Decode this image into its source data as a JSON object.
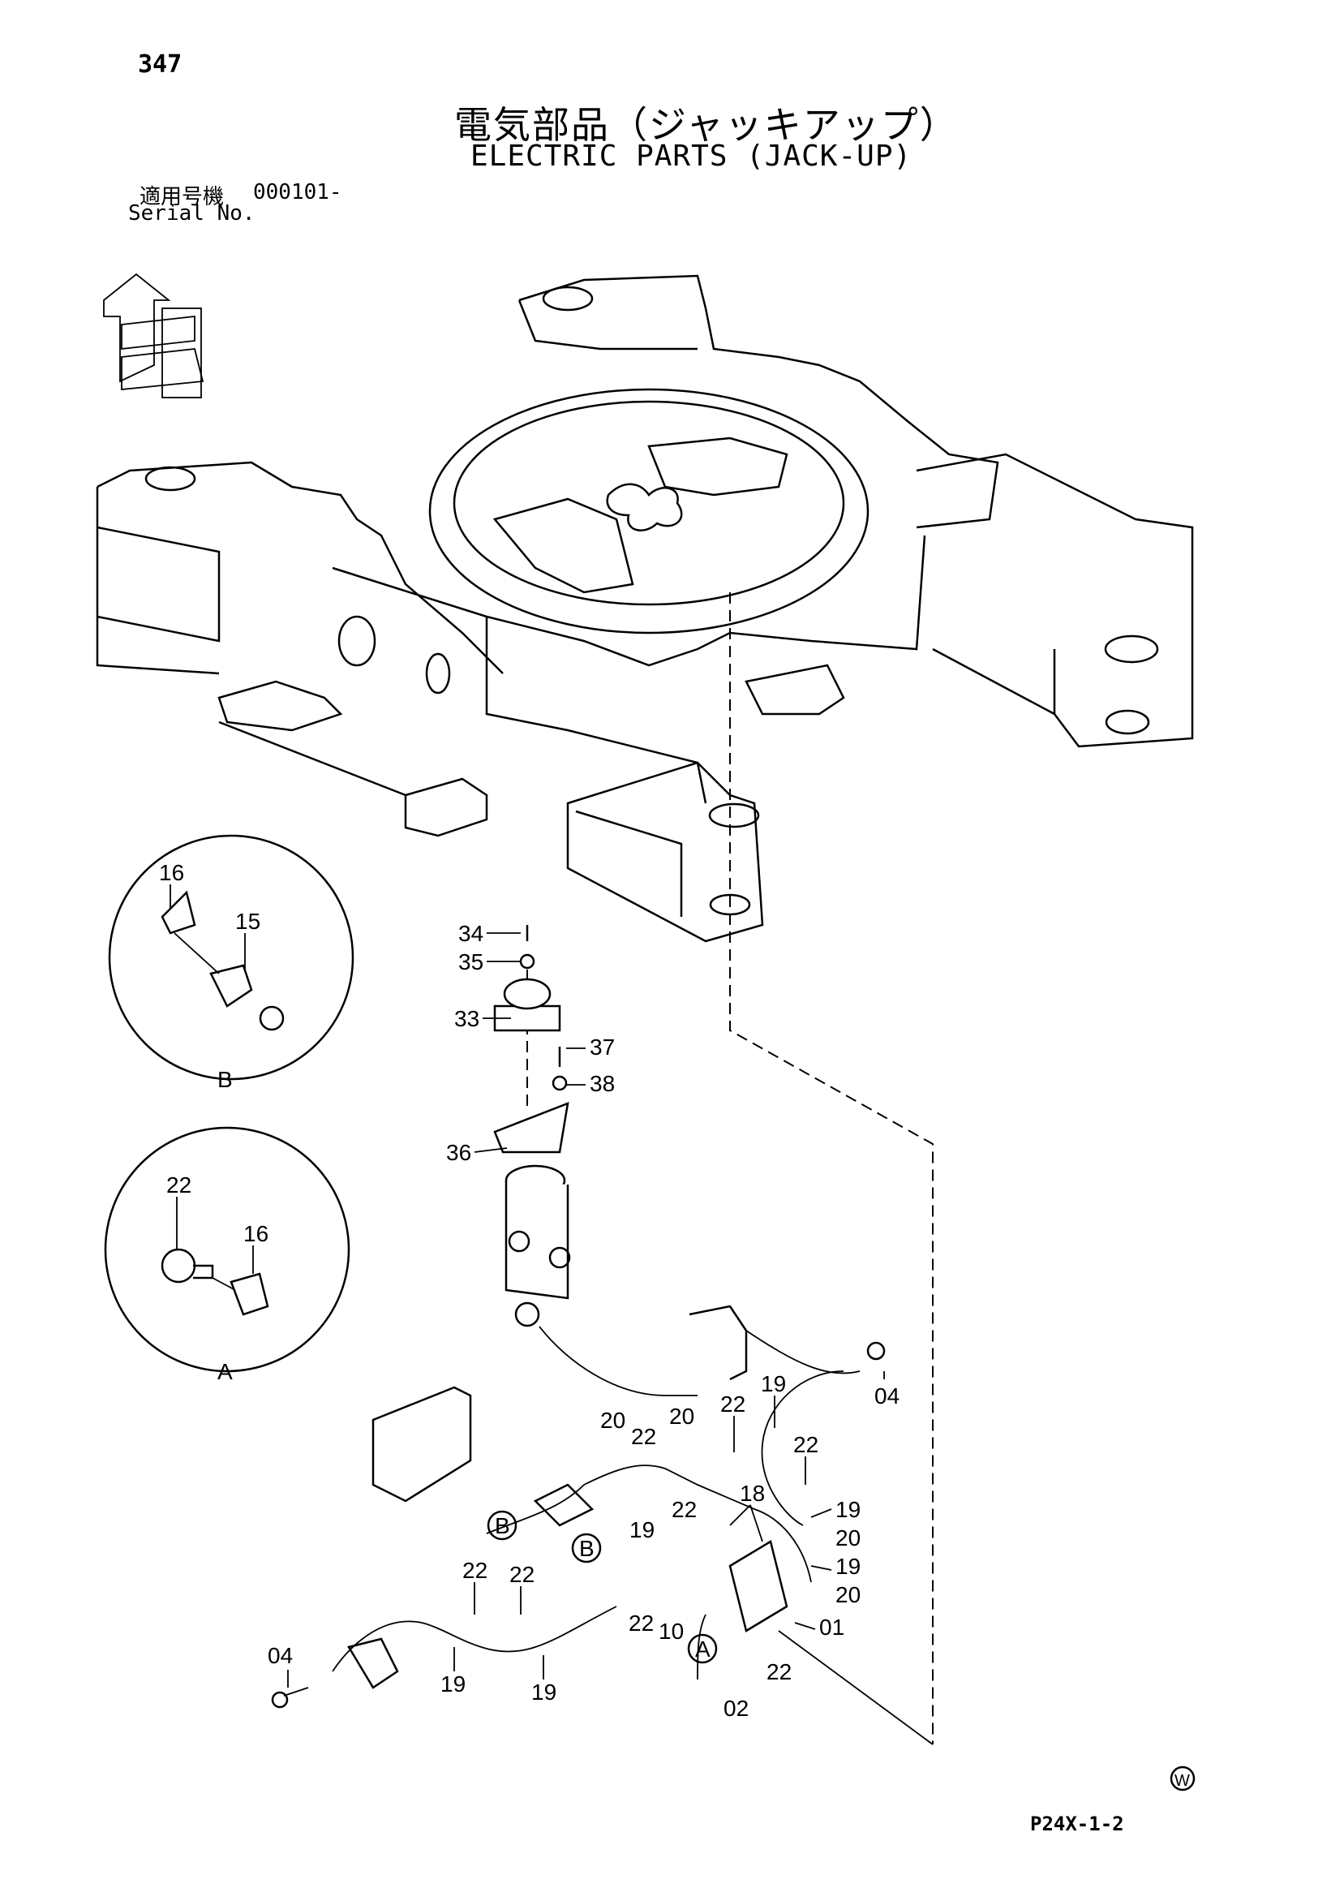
{
  "header": {
    "page_number": "347",
    "title_jp": "電気部品（ジャッキアップ）",
    "title_en": "ELECTRIC PARTS (JACK-UP)",
    "serial_label_jp": "適用号機",
    "serial_number": "000101-",
    "serial_label_en": "Serial No."
  },
  "detail_views": {
    "b_label": "B",
    "a_label": "A"
  },
  "callouts": {
    "detail_b_16": "16",
    "detail_b_15": "15",
    "detail_a_22": "22",
    "detail_a_16": "16",
    "p34": "34",
    "p35": "35",
    "p33": "33",
    "p37": "37",
    "p38": "38",
    "p36": "36",
    "p04_right": "04",
    "p19_top": "19",
    "p22_top": "22",
    "p20_a": "20",
    "p22_a": "22",
    "p20_b": "20",
    "p22_b": "22",
    "p19_r1": "19",
    "p20_r1": "20",
    "p19_r2": "19",
    "p20_r2": "20",
    "p18": "18",
    "p19_mid": "19",
    "p22_mid": "22",
    "p22_left1": "22",
    "p22_left2": "22",
    "p22_bot": "22",
    "p10": "10",
    "p01": "01",
    "p22_br": "22",
    "p02": "02",
    "p04_left": "04",
    "p19_bl1": "19",
    "p19_bl2": "19",
    "ref_b1": "B",
    "ref_b2": "B",
    "ref_a": "A"
  },
  "footer": {
    "w_mark": "W",
    "page_code": "P24X-1-2"
  }
}
